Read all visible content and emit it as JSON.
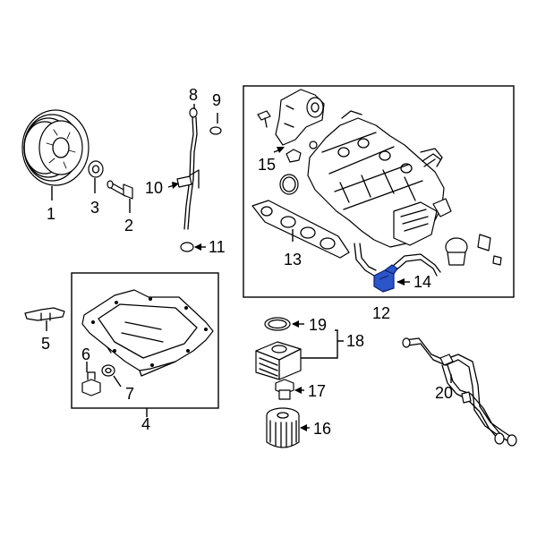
{
  "diagram": {
    "highlight_color": "#2b55c8",
    "callouts": {
      "c1": "1",
      "c2": "2",
      "c3": "3",
      "c4": "4",
      "c5": "5",
      "c6": "6",
      "c7": "7",
      "c8": "8",
      "c9": "9",
      "c10": "10",
      "c11": "11",
      "c12": "12",
      "c13": "13",
      "c14": "14",
      "c15": "15",
      "c16": "16",
      "c17": "17",
      "c18": "18",
      "c19": "19",
      "c20": "20"
    }
  }
}
